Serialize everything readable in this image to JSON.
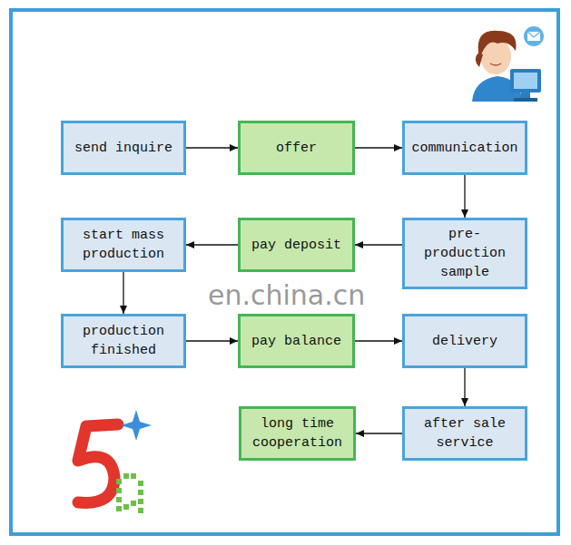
{
  "diagram": {
    "nodes": [
      {
        "text": [
          "send inquire"
        ]
      },
      {
        "text": [
          "offer"
        ]
      },
      {
        "text": [
          "communication"
        ]
      },
      {
        "text": [
          "start mass production"
        ]
      },
      {
        "text": [
          "pay deposit"
        ]
      },
      {
        "text": [
          "pre-production sample"
        ]
      },
      {
        "text": [
          "production finished"
        ]
      },
      {
        "text": [
          "pay balance"
        ]
      },
      {
        "text": [
          "delivery"
        ]
      },
      {
        "text": [
          "after sale service"
        ]
      },
      {
        "text": [
          "long time cooperation"
        ]
      }
    ],
    "edges": [
      {
        "from": 0,
        "to": 1,
        "arrow": "to"
      },
      {
        "from": 1,
        "to": 2,
        "arrow": "to"
      },
      {
        "from": 2,
        "to": 5,
        "arrow": "to"
      },
      {
        "from": 5,
        "to": 4,
        "arrow": "to"
      },
      {
        "from": 4,
        "to": 3,
        "arrow": "to"
      },
      {
        "from": 3,
        "to": 6,
        "arrow": "to"
      },
      {
        "from": 6,
        "to": 7,
        "arrow": "to"
      },
      {
        "from": 7,
        "to": 8,
        "arrow": "to"
      },
      {
        "from": 8,
        "to": 9,
        "arrow": "to"
      },
      {
        "from": 9,
        "to": 10,
        "arrow": "to"
      }
    ],
    "labels": [
      "en.china.cn"
    ]
  }
}
